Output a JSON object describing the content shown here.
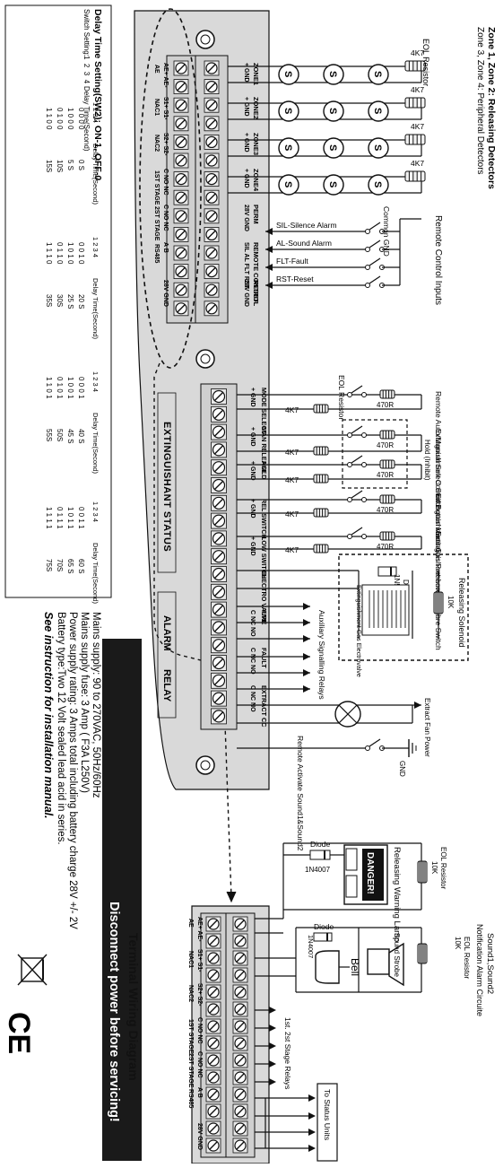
{
  "delay_table": {
    "title": "Delay Time Setting(SW2): ON-1, OFF-0",
    "switch_setting": "Switch Setting:",
    "col_header": "1  2  3  4",
    "delay_header": "Delay Time(Second)",
    "groups": [
      {
        "rows": [
          {
            "bits": "0  0  0  0",
            "t": "0 S"
          },
          {
            "bits": "1  0  0  0",
            "t": "5 S"
          },
          {
            "bits": "0  1  0  0",
            "t": "10S"
          },
          {
            "bits": "1  1  0  0",
            "t": "15S"
          }
        ]
      },
      {
        "rows": [
          {
            "bits": "0  0  1  0",
            "t": "20 S"
          },
          {
            "bits": "1  0  1  0",
            "t": "25 S"
          },
          {
            "bits": "0  1  1  0",
            "t": "30S"
          },
          {
            "bits": "1  1  1  0",
            "t": "35S"
          }
        ]
      },
      {
        "rows": [
          {
            "bits": "0  0  0  1",
            "t": "40 S"
          },
          {
            "bits": "1  0  0  1",
            "t": "45 S"
          },
          {
            "bits": "0  1  0  1",
            "t": "50S"
          },
          {
            "bits": "1  1  0  1",
            "t": "55S"
          }
        ]
      },
      {
        "rows": [
          {
            "bits": "0  0  1  1",
            "t": "60 S"
          },
          {
            "bits": "1  0  1  1",
            "t": "65 S"
          },
          {
            "bits": "0  1  1  1",
            "t": "70S"
          },
          {
            "bits": "1  1  1  1",
            "t": "75S"
          }
        ]
      }
    ]
  },
  "mains": {
    "lines": [
      "Mains supply: 90 to 270VAC, 50Hz/60Hz",
      "Mains supply fuse: 3  Amp  ( F3A L250V)",
      "Power supply rating: 3 Amps total including battery charge 28V +/- 2V",
      "Battery type:Two 12 Volt sealed lead acid in series."
    ],
    "instruction": "See instruction for installation manual."
  },
  "title": "Terminal Wiring Diagram",
  "warning": "Disconnect power before servicing!",
  "main_block": {
    "row1": [
      "ZONE1",
      "ZONE2",
      "ZONE3",
      "ZONE4",
      "PERM",
      "REMOTE CONTROL",
      "RESET"
    ],
    "row2": [
      "+ GND",
      "+ GND",
      "+ GND",
      "+ GND",
      "28V GND",
      "SIL  AL  FLT  RST",
      "28V GND"
    ],
    "row3": [
      "AE+ AE-",
      "S1+ S1-",
      "S2+ S2-",
      "C  NO  NC",
      "C  NO  NC",
      "A  B",
      "28V GND"
    ],
    "row4": [
      "AE",
      "NAC1",
      "NAC2",
      "1ST STAGE",
      "2ST STAGE",
      "RS485",
      ""
    ]
  },
  "ext_block": {
    "row1": [
      "MODE SELECT",
      "MAN RELEASE",
      "HOLD",
      "REL SWITCH",
      "LOW SWITCH",
      "ELECTRO VALVE",
      "FIRE",
      "FAULT",
      "EXTRACT",
      "CC"
    ],
    "row2": [
      "+ GND",
      "+ GND",
      "+ GND",
      "+ GND",
      "+ GND",
      "",
      "C NC NO",
      "C NC NO",
      "C NC NO",
      ""
    ],
    "status_label": "EXTINGUISHANT STATUS",
    "alarm_label": "ALARM",
    "relay_label": "RELAY"
  },
  "bottom_block": {
    "row1": [
      "AE+ AE-",
      "S1+ S1-",
      "S2+ S2-",
      "C  NO  NC",
      "C  NO  NC",
      "A  B",
      "28V GND"
    ],
    "row2": [
      "AE",
      "NAC1",
      "NAC2",
      "1ST STAGE",
      "2ST STAGE",
      "RS485",
      ""
    ]
  },
  "zones": {
    "title": "Zone 1, Zone 2: Releasing Detectors",
    "subtitle": "Zone 3, Zone 4: Peripheral Detectors",
    "eol": "EOL Resistor",
    "resistor": "4K7",
    "detector": "S"
  },
  "remote": {
    "common": "Common GND",
    "items": [
      "SIL-Silence Alarm",
      "AL-Sound Alarm",
      "FLT-Fault",
      "RST-Reset"
    ],
    "label": "Remote Control Inputs"
  },
  "ext_inputs": {
    "eol": "EOL Resistor",
    "r1": "4K7",
    "r2": "470R",
    "labels": [
      "Remote Auto/Manual Select Switch",
      "Extinguishment Control Button Manual",
      "Hold (Inhibit)",
      "Extinguishment Gas Pressure Switch",
      "Extinguishant Low Pressure Switch"
    ]
  },
  "solenoid": {
    "diode": "Diode",
    "diode_part": "1N5406",
    "valve": "Extinguishment Gas Electrovalve",
    "resistor": "10K",
    "label": "Releasing Solenoid"
  },
  "relays": {
    "aux": "Auxiliary Signalling Relays",
    "fan": "Extract Fan Power",
    "remote_sound": "Remote Activate Sound1&Sound2",
    "gnd": "GND"
  },
  "lamp": {
    "diode": "Diode",
    "part": "1N4007",
    "danger": "DANGER!",
    "label": "Releasing Warning Lamp",
    "eol": "EOL Resistor",
    "r": "10K"
  },
  "sounders": {
    "title": "Sound1,Sound2",
    "subtitle": "Notification Alarm Circuite",
    "eol": "EOL Resistor",
    "r": "10K",
    "diode": "Diode",
    "part": "1N4007",
    "bell": "Bell",
    "strobe": "Sound Strobe"
  },
  "stage_relays": "1st. 2st Stage Relays",
  "status_units": "To Status Units",
  "colors": {
    "ink": "#111111",
    "panel": "#d9d9d9",
    "dark_band": "#1a1a1a"
  }
}
